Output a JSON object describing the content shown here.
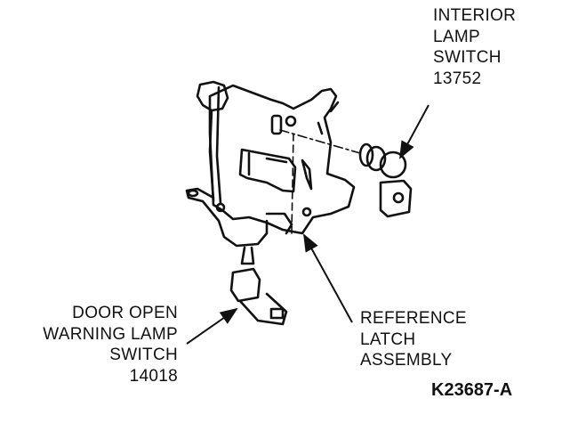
{
  "labels": {
    "interior_lamp_switch": [
      "INTERIOR",
      "LAMP",
      "SWITCH",
      "13752"
    ],
    "door_open_warning_lamp_switch": [
      "DOOR OPEN",
      "WARNING LAMP",
      "SWITCH",
      "14018"
    ],
    "reference_latch_assembly": [
      "REFERENCE",
      "LATCH",
      "ASSEMBLY"
    ]
  },
  "figure_id": "K23687-A",
  "colors": {
    "ink": "#111111",
    "background": "#ffffff"
  }
}
